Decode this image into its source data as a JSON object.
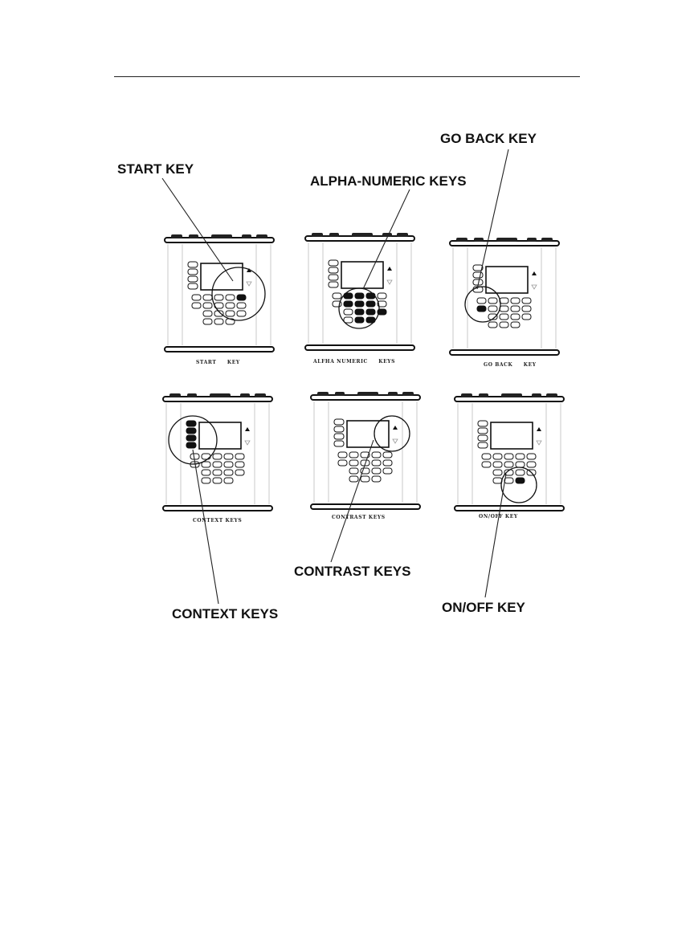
{
  "callouts": {
    "start": "START KEY",
    "alpha_numeric": "ALPHA-NUMERIC KEYS",
    "go_back": "GO BACK KEY",
    "context": "CONTEXT KEYS",
    "contrast": "CONTRAST KEYS",
    "on_off": "ON/OFF KEY"
  },
  "captions": {
    "start": "START     KEY",
    "alpha_numeric": "ALFHA NUMERIC     KEYS",
    "go_back": "GO BACK     KEY",
    "context": "CONTEXT KEYS",
    "contrast": "CONTRAST KEYS",
    "on_off": "ON/OFF KEY"
  },
  "highlight": {
    "start": [
      "start"
    ],
    "alpha_numeric": [
      "alpha"
    ],
    "go_back": [
      "goback"
    ],
    "context": [
      "context"
    ],
    "contrast": [],
    "on_off": [
      "onoff"
    ]
  }
}
